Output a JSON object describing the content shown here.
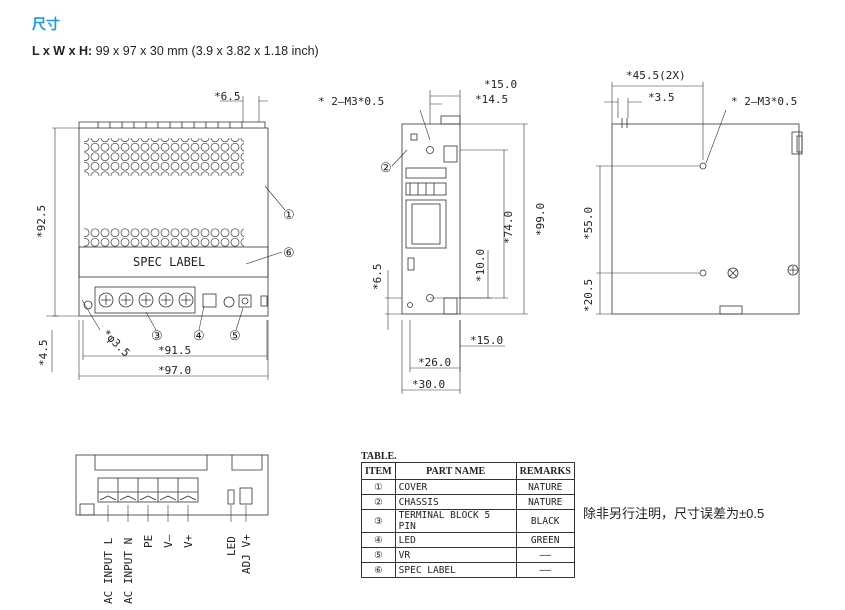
{
  "header": {
    "title": "尺寸",
    "dims_label": "L x W x H:",
    "dims_value": " 99 x 97 x 30 mm (3.9 x 3.82 x 1.18 inch)"
  },
  "front_view": {
    "dim_top": "*6.5",
    "dim_height": "*92.5",
    "dim_left_bottom": "*4.5",
    "dim_hole": "*φ3.5",
    "dim_width_inner": "*91.5",
    "dim_width": "*97.0",
    "spec_label": "SPEC LABEL",
    "callouts": [
      "①",
      "⑥",
      "③",
      "④",
      "⑤"
    ]
  },
  "side_view": {
    "dim_15_top": "*15.0",
    "dim_14_5": "*14.5",
    "screw_note": "* 2–M3*0.5",
    "dim_99": "*99.0",
    "dim_74": "*74.0",
    "dim_10": "*10.0",
    "dim_6_5": "*6.5",
    "dim_15_bottom": "*15.0",
    "dim_26": "*26.0",
    "dim_30": "*30.0",
    "callout": "②"
  },
  "back_view": {
    "dim_45_5": "*45.5(2X)",
    "dim_3_5": "*3.5",
    "screw_note": "* 2–M3*0.5",
    "dim_55": "*55.0",
    "dim_20_5": "*20.5"
  },
  "terminal_labels": [
    "AC INPUT L",
    "AC INPUT N",
    "PE",
    "V–",
    "V+",
    "LED",
    "ADJ V+"
  ],
  "table": {
    "caption": "TABLE.",
    "headers": [
      "ITEM",
      "PART NAME",
      "REMARKS"
    ],
    "rows": [
      {
        "item": "①",
        "name": "COVER",
        "remarks": "NATURE"
      },
      {
        "item": "②",
        "name": "CHASSIS",
        "remarks": "NATURE"
      },
      {
        "item": "③",
        "name": "TERMINAL BLOCK 5 PIN",
        "remarks": "BLACK"
      },
      {
        "item": "④",
        "name": "LED",
        "remarks": "GREEN"
      },
      {
        "item": "⑤",
        "name": "VR",
        "remarks": "––"
      },
      {
        "item": "⑥",
        "name": "SPEC LABEL",
        "remarks": "––"
      }
    ]
  },
  "tolerance_note": "除非另行注明，尺寸误差为±0.5"
}
